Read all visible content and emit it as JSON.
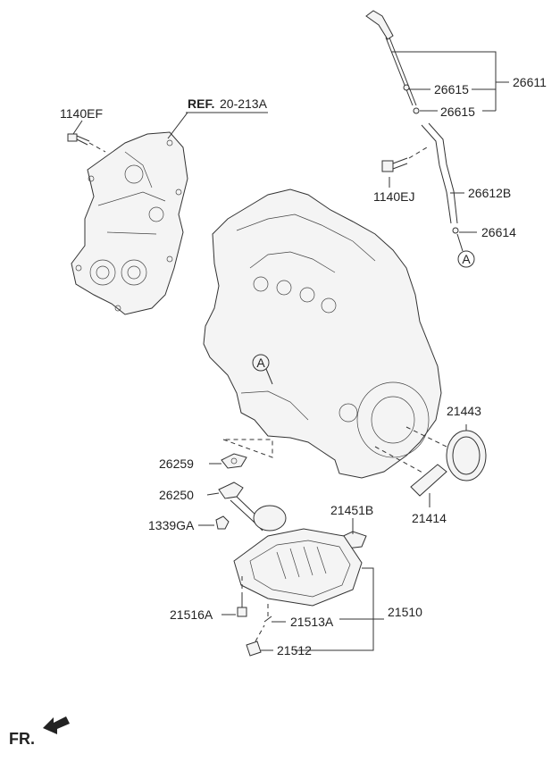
{
  "reference": {
    "prefix": "REF.",
    "code": "20-213A"
  },
  "callout": "A",
  "direction_label": "FR.",
  "parts": {
    "p1140EF": "1140EF",
    "p26611": "26611",
    "p26615_upper": "26615",
    "p26615_lower": "26615",
    "p1140EJ": "1140EJ",
    "p26612B": "26612B",
    "p26614": "26614",
    "p21443": "21443",
    "p26259": "26259",
    "p26250": "26250",
    "p21451B": "21451B",
    "p1339GA": "1339GA",
    "p21414": "21414",
    "p21510": "21510",
    "p21516A": "21516A",
    "p21513A": "21513A",
    "p21512": "21512"
  }
}
